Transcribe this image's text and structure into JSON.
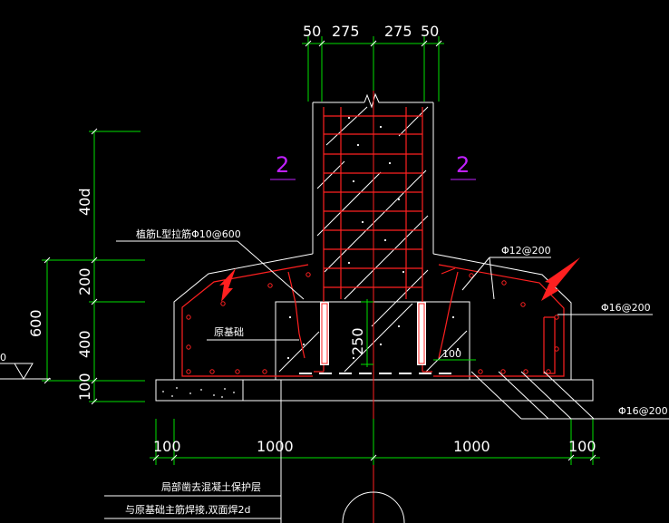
{
  "top_dims": {
    "d1": "50",
    "d2": "275",
    "d3": "275",
    "d4": "50"
  },
  "left_dims": {
    "d40": "40d",
    "d200": "200",
    "d400": "400",
    "d600": "600",
    "d100": "100",
    "d0": "0"
  },
  "bottom_dims": {
    "b1": "100",
    "b2": "1000",
    "b3": "1000",
    "b4": "100"
  },
  "section_marks": {
    "left": "2",
    "right": "2"
  },
  "labels": {
    "plant_bar": "植筋L型拉筋Φ10@600",
    "orig_base": "原基础",
    "bar_12": "Φ12@200",
    "bar_16_top": "Φ16@200",
    "bar_16_bot": "Φ16@200",
    "dim_250": "250",
    "dim_100": "100",
    "note1": "局部凿去混凝土保护层",
    "note2": "与原基础主筋焊接,双面焊2d"
  },
  "colors": {
    "dimension": "#00e000",
    "rebar": "#ff2020",
    "outline": "#ffffff",
    "section": "#c020ff",
    "background": "#000000"
  }
}
